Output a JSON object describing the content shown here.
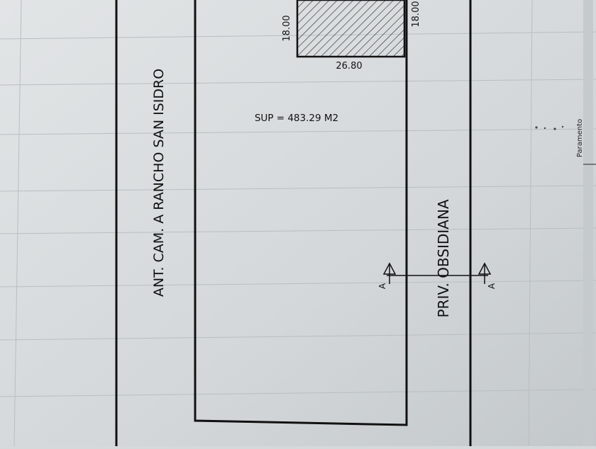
{
  "plan": {
    "road_west": "ANT. CAM. A RANCHO SAN ISIDRO",
    "road_east": "PRIV. OBSIDIANA",
    "surface": "SUP = 483.29 M2",
    "dim_left": "18.00",
    "dim_right": "18.00",
    "dim_bottom": "26.80",
    "section_marker": "A",
    "side_note": "Paramento"
  },
  "colors": {
    "paper": "#d5d9da",
    "ink": "#111111",
    "ghost": "#a9afb2"
  }
}
